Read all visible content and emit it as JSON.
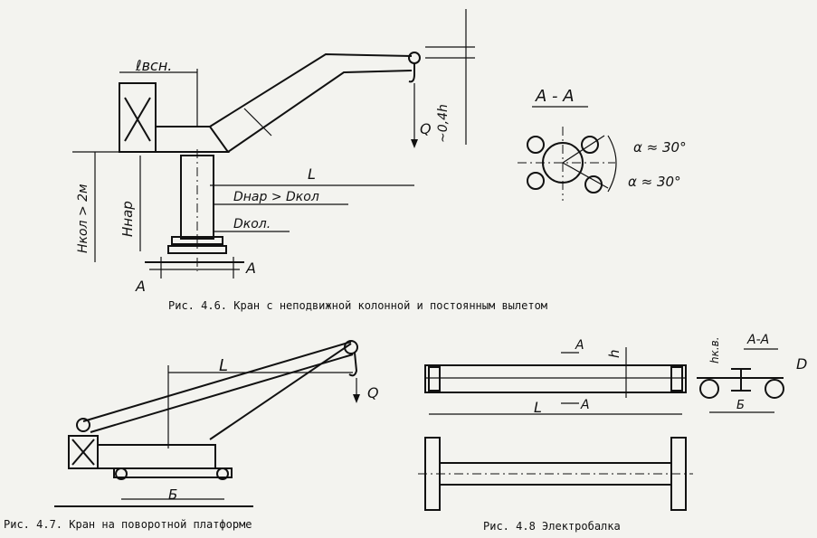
{
  "fig46": {
    "caption": "Рис. 4.6. Кран с неподвижной колонной и постоянным вылетом",
    "labels": {
      "l_vsn": "ℓвсн.",
      "h_frac": "~0,4h",
      "q": "Q",
      "l": "L",
      "d_nar_gt": "Dнар > Dкол",
      "d_kol": "Dкол.",
      "h_nar": "Hнар",
      "h_kol": "Hкол > 2м",
      "a_left": "A",
      "a_right": "A"
    }
  },
  "section_aa": {
    "title": "A - A",
    "alpha1": "α ≈ 30°",
    "alpha2": "α ≈ 30°"
  },
  "fig47": {
    "caption": "Рис. 4.7. Кран на поворотной платформе",
    "labels": {
      "l": "L",
      "q": "Q",
      "b": "Б"
    }
  },
  "fig48": {
    "caption": "Рис. 4.8 Электробалка",
    "labels": {
      "a_top": "A",
      "a_bottom": "A",
      "h": "h",
      "l": "L",
      "h_kv": "hк.в.",
      "aa": "A-A",
      "d": "D",
      "b": "Б"
    }
  }
}
